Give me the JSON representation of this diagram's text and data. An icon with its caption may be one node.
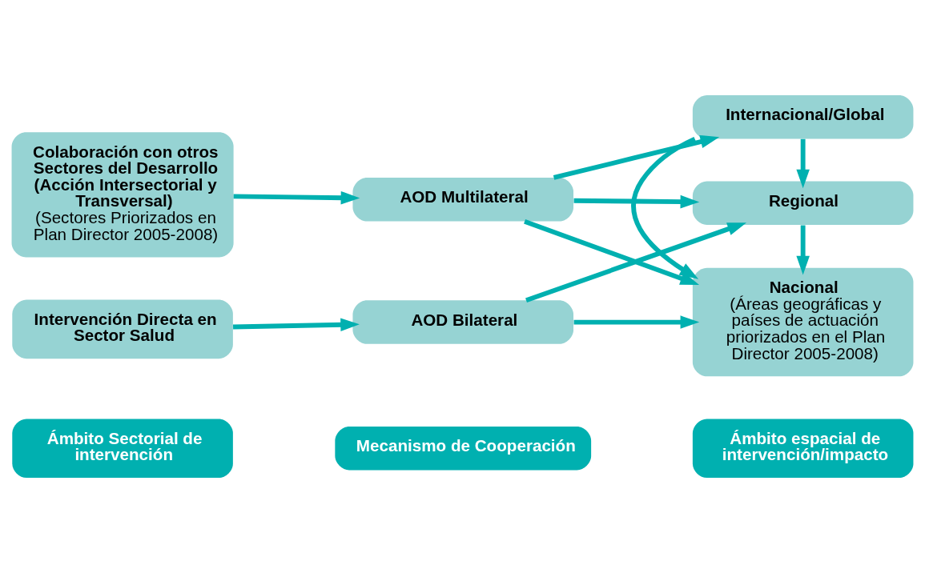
{
  "diagram": {
    "nodes": [
      {
        "text": [
          "Ámbito Sectorial de intervención"
        ]
      },
      {
        "text": [
          "Mecanismo de Cooperación"
        ]
      },
      {
        "text": [
          "Ámbito espacial de intervención/impacto"
        ]
      },
      {
        "text": [
          "Intervención Directa en Sector Salud"
        ]
      },
      {
        "text": [
          "AOD Bilateral"
        ]
      },
      {
        "text": [
          "Nacional",
          "(Áreas geográficas y países de actuación priorizados en el Plan Director 2005-2008)"
        ]
      },
      {
        "text": [
          "Colaboración con otros Sectores del Desarrollo (Acción Intersectorial y Transversal)",
          "(Sectores Priorizados en Plan Director 2005-2008)"
        ]
      },
      {
        "text": [
          "Regional"
        ]
      },
      {
        "text": [
          "AOD Multilateral"
        ]
      },
      {
        "text": [
          "Internacional/Global"
        ]
      }
    ],
    "edges": [
      {
        "from": 3,
        "to": 4,
        "arrow": "to"
      },
      {
        "from": 4,
        "to": 5,
        "arrow": "to"
      },
      {
        "from": 4,
        "to": 7,
        "arrow": "to"
      },
      {
        "from": 6,
        "to": 8,
        "arrow": "to"
      },
      {
        "from": 8,
        "to": 5,
        "arrow": "to"
      },
      {
        "from": 8,
        "to": 7,
        "arrow": "to"
      },
      {
        "from": 8,
        "to": 9,
        "arrow": "to"
      },
      {
        "from": 7,
        "to": 5,
        "arrow": "to"
      },
      {
        "from": 9,
        "to": 7,
        "arrow": "to"
      },
      {
        "from": 9,
        "to": 5,
        "arrow": "to"
      }
    ]
  }
}
